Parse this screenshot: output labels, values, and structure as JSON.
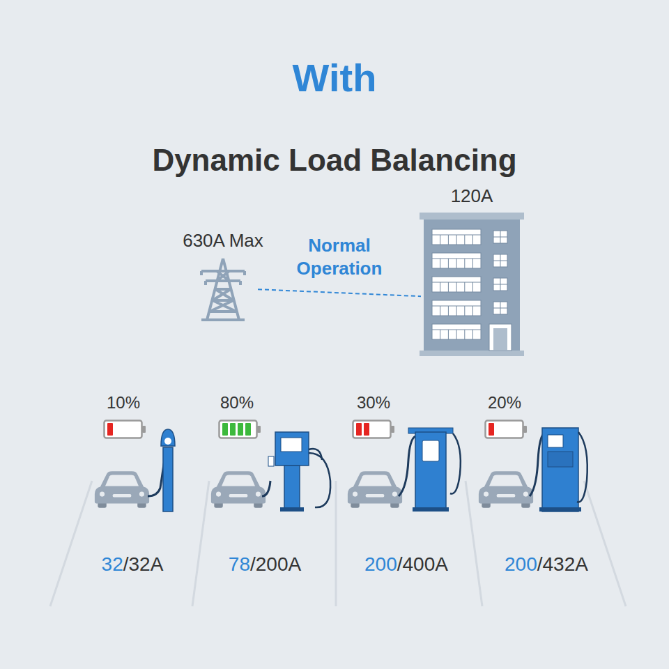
{
  "diagram": {
    "title": "Dynamic Load Balancing",
    "nodes": [
      {
        "text": [
          "630A Max"
        ]
      },
      {
        "text": [
          "120A"
        ]
      }
    ],
    "edges": [
      {
        "from": 0,
        "to": 1,
        "label": "Normal Operation",
        "arrow": "none"
      }
    ],
    "labels": [
      "With",
      "10%",
      "32",
      "/32A",
      "80%",
      "78",
      "/200A",
      "30%",
      "200",
      "/400A",
      "20%",
      "200",
      "/432A"
    ]
  }
}
